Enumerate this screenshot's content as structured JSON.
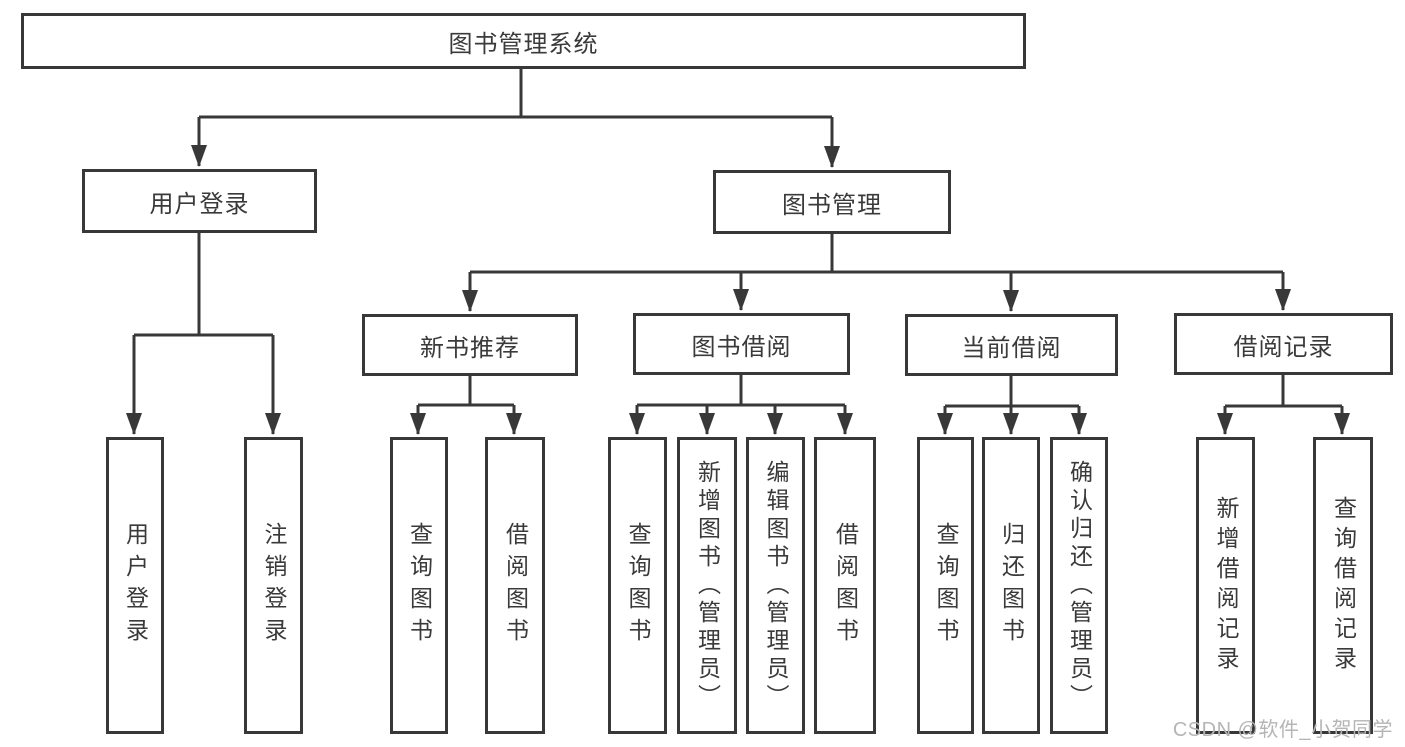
{
  "diagram_title": "图书管理系统",
  "watermark": "CSDN @软件_小贺同学",
  "colors": {
    "line": "#383838",
    "box_border": "#383838",
    "text": "#3a3a3a",
    "watermark": "#b5b5b5",
    "background": "#ffffff"
  },
  "nodes": {
    "root": {
      "label": "图书管理系统"
    },
    "user_login": {
      "label": "用户登录"
    },
    "book_management": {
      "label": "图书管理"
    },
    "login": {
      "label": "用户登录"
    },
    "logout": {
      "label": "注销登录"
    },
    "new_book_recommend": {
      "label": "新书推荐"
    },
    "book_borrowing": {
      "label": "图书借阅"
    },
    "current_borrowing": {
      "label": "当前借阅"
    },
    "borrowing_records": {
      "label": "借阅记录"
    },
    "recommend_query_books": {
      "label": "查询图书"
    },
    "recommend_borrow_books": {
      "label": "借阅图书"
    },
    "borrowing_query_books": {
      "label": "查询图书"
    },
    "borrowing_add_books_admin": {
      "label": "新增图书（管理员）"
    },
    "borrowing_edit_books_admin": {
      "label": "编辑图书（管理员）"
    },
    "borrowing_borrow_books": {
      "label": "借阅图书"
    },
    "current_query_books": {
      "label": "查询图书"
    },
    "current_return_books": {
      "label": "归还图书"
    },
    "current_confirm_return_admin": {
      "label": "确认归还（管理员）"
    },
    "records_add_record": {
      "label": "新增借阅记录"
    },
    "records_query_record": {
      "label": "查询借阅记录"
    }
  },
  "hierarchy": {
    "图书管理系统": {
      "用户登录": [
        "用户登录",
        "注销登录"
      ],
      "图书管理": {
        "新书推荐": [
          "查询图书",
          "借阅图书"
        ],
        "图书借阅": [
          "查询图书",
          "新增图书（管理员）",
          "编辑图书（管理员）",
          "借阅图书"
        ],
        "当前借阅": [
          "查询图书",
          "归还图书",
          "确认归还（管理员）"
        ],
        "借阅记录": [
          "新增借阅记录",
          "查询借阅记录"
        ]
      }
    }
  }
}
